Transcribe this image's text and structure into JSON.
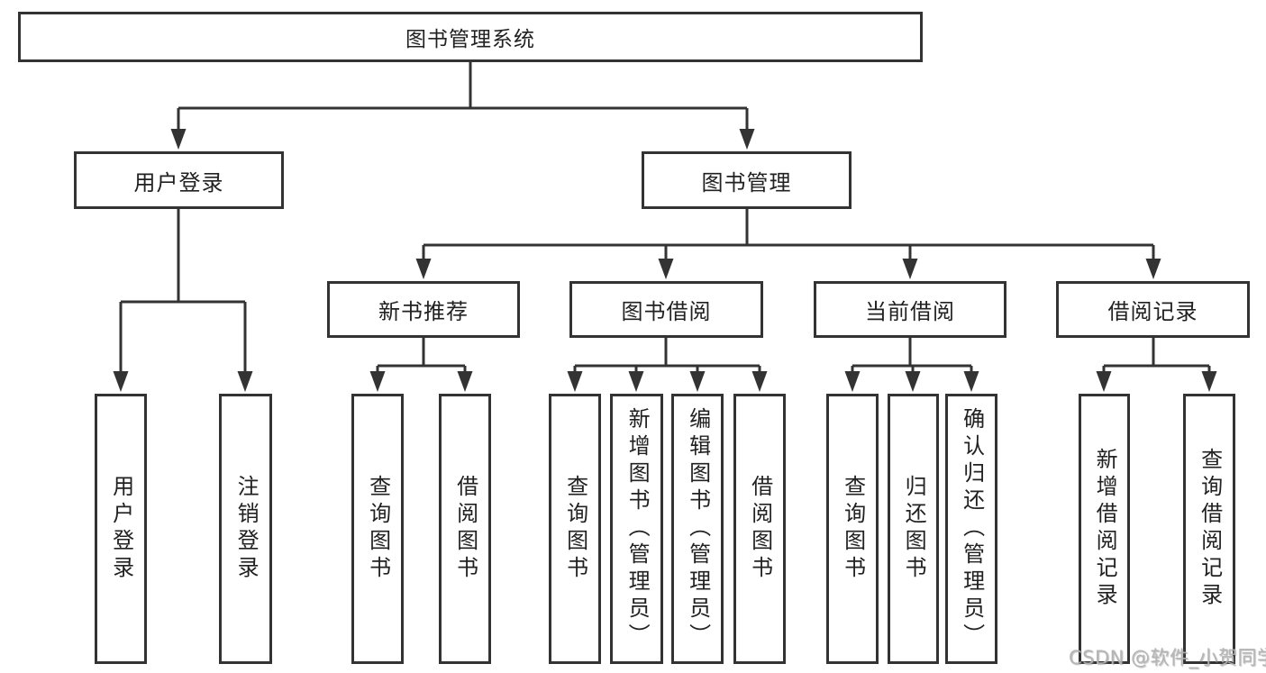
{
  "tree": {
    "root": "图书管理系统",
    "children": [
      {
        "label": "用户登录",
        "children": [
          "用户登录",
          "注销登录"
        ]
      },
      {
        "label": "图书管理",
        "children": [
          {
            "label": "新书推荐",
            "children": [
              "查询图书",
              "借阅图书"
            ]
          },
          {
            "label": "图书借阅",
            "children": [
              "查询图书",
              "新增图书（管理员）",
              "编辑图书（管理员）",
              "借阅图书"
            ]
          },
          {
            "label": "当前借阅",
            "children": [
              "查询图书",
              "归还图书",
              "确认归还（管理员）"
            ]
          },
          {
            "label": "借阅记录",
            "children": [
              "新增借阅记录",
              "查询借阅记录"
            ]
          }
        ]
      }
    ]
  },
  "watermark": {
    "text": "CSDN @软件_小贺同学"
  },
  "colors": {
    "line": "#333333",
    "box_border": "#333333",
    "text": "#212121",
    "watermark": "#b3b2b2",
    "background": "#ffffff"
  }
}
